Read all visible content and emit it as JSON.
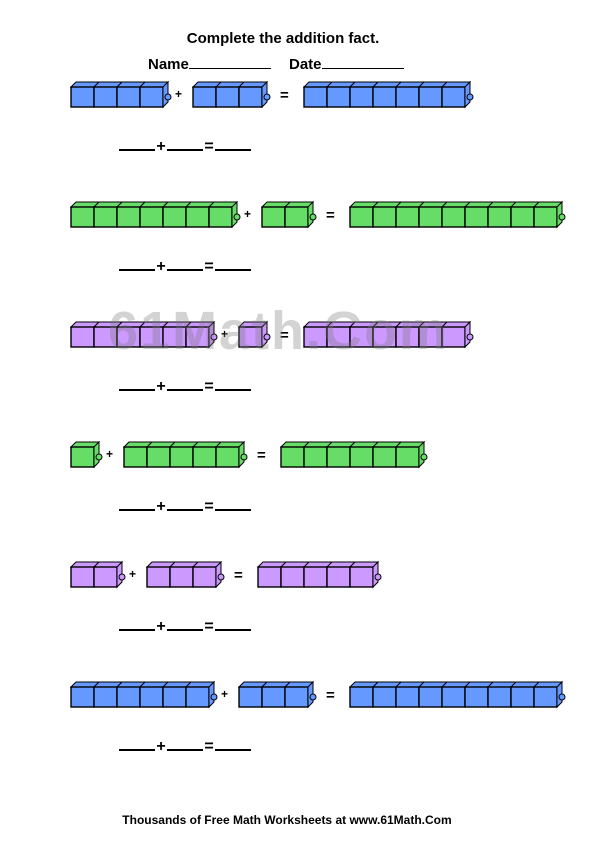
{
  "header": {
    "title": "Complete the addition fact.",
    "name_label": "Name",
    "date_label": "Date"
  },
  "watermark": "61Math.Com",
  "colors": {
    "blue": "#6699ff",
    "green": "#66dd66",
    "purple": "#cc99ff"
  },
  "problems": [
    {
      "color": "blue",
      "addend1": 4,
      "addend2": 3,
      "sum": 7,
      "plus": "+",
      "equals": "="
    },
    {
      "color": "green",
      "addend1": 7,
      "addend2": 2,
      "sum": 9,
      "plus": "+",
      "equals": "="
    },
    {
      "color": "purple",
      "addend1": 6,
      "addend2": 1,
      "sum": 7,
      "plus": "+",
      "equals": "="
    },
    {
      "color": "green",
      "addend1": 1,
      "addend2": 5,
      "sum": 6,
      "plus": "+",
      "equals": "="
    },
    {
      "color": "purple",
      "addend1": 2,
      "addend2": 3,
      "sum": 5,
      "plus": "+",
      "equals": "="
    },
    {
      "color": "blue",
      "addend1": 6,
      "addend2": 3,
      "sum": 9,
      "plus": "+",
      "equals": "="
    }
  ],
  "answer_line": {
    "plus": "+",
    "equals": "="
  },
  "footer": "Thousands of Free Math Worksheets at www.61Math.Com"
}
